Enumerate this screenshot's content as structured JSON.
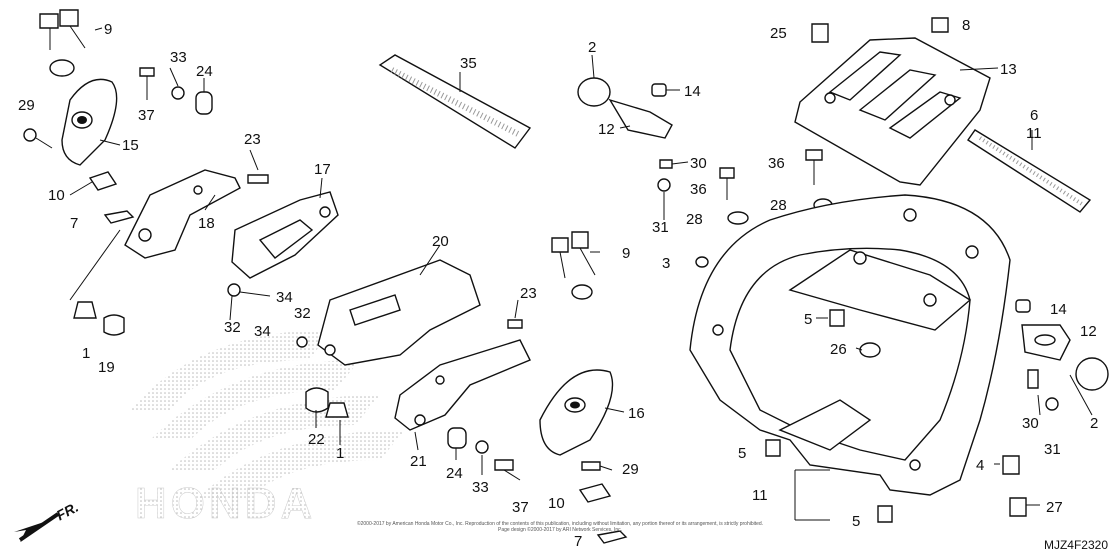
{
  "labels": [
    "9",
    "33",
    "24",
    "29",
    "37",
    "15",
    "10",
    "7",
    "23",
    "18",
    "17",
    "1",
    "19",
    "32",
    "34",
    "35",
    "2",
    "14",
    "12",
    "30",
    "31",
    "36",
    "28",
    "25",
    "8",
    "13",
    "6",
    "11",
    "3",
    "5",
    "26",
    "20",
    "22",
    "21",
    "16",
    "4",
    "27"
  ],
  "watermark": "HONDA",
  "direction": "FR.",
  "code": "MJZ4F2320",
  "copyright_line1": "©2000-2017 by American Honda Motor Co., Inc. Reproduction of the contents of this publication, including without limitation, any portion thereof or its arrangement, is strictly prohibited.",
  "copyright_line2": "Page design ©2000-2017 by ARI Network Services, Inc."
}
